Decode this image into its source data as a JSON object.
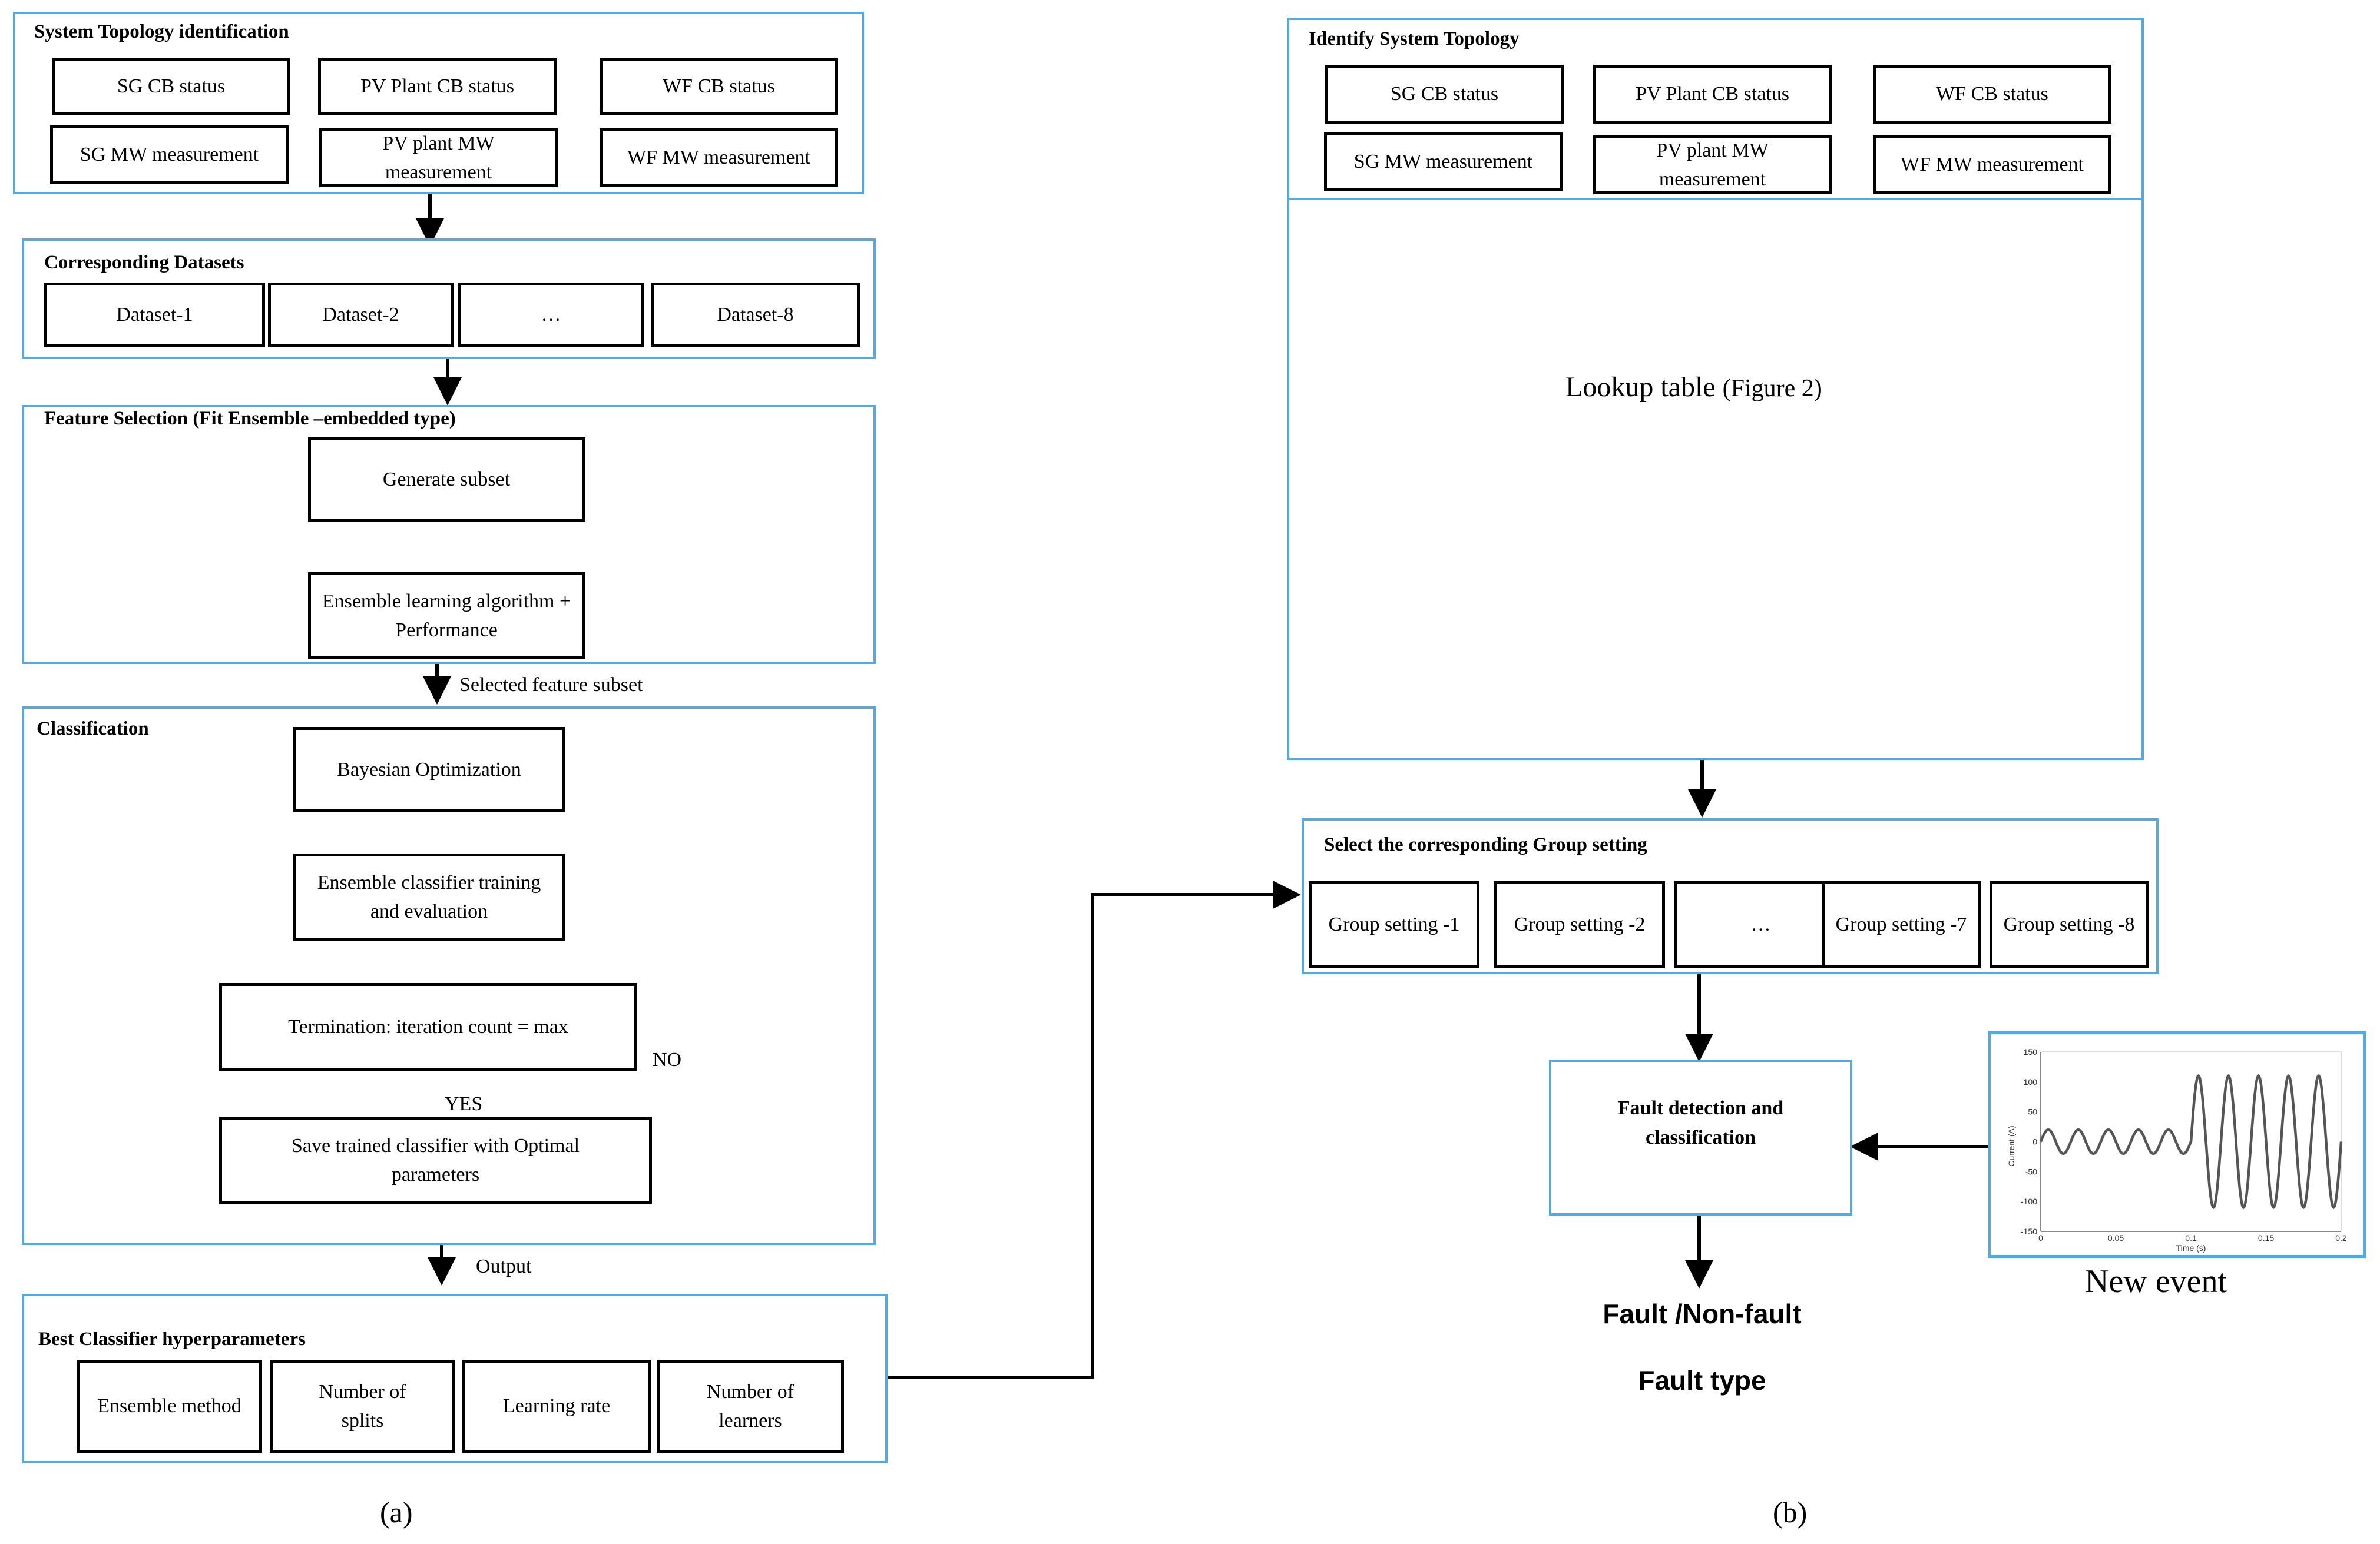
{
  "panel_a": {
    "topology": {
      "title": "System Topology identification",
      "items": [
        "SG CB status",
        "PV Plant CB status",
        "WF CB status",
        "SG MW measurement",
        "PV plant MW measurement",
        "WF MW measurement"
      ]
    },
    "datasets": {
      "title": "Corresponding Datasets",
      "items": [
        "Dataset-1",
        "Dataset-2",
        "…",
        "Dataset-8"
      ]
    },
    "feature_selection": {
      "title": "Feature Selection (Fit Ensemble –embedded type)",
      "generate": "Generate subset",
      "ensemble": "Ensemble learning algorithm  + Performance"
    },
    "selected_label": "Selected feature subset",
    "classification": {
      "title": "Classification",
      "bayes": "Bayesian Optimization",
      "train": "Ensemble classifier training  and evaluation",
      "termination": "Termination:  iteration  count = max",
      "no": "NO",
      "yes": "YES",
      "save": "Save trained classifier  with Optimal parameters"
    },
    "output_label": "Output",
    "best": {
      "title": "Best Classifier hyperparameters",
      "items": [
        "Ensemble method",
        "Number of splits",
        "Learning rate",
        "Number of learners"
      ]
    },
    "caption": "(a)"
  },
  "panel_b": {
    "identify": {
      "title": "Identify System Topology",
      "items": [
        "SG CB status",
        "PV Plant CB status",
        "WF CB status",
        "SG MW measurement",
        "PV plant MW measurement",
        "WF MW measurement"
      ]
    },
    "lookup": "Lookup table",
    "lookup_ref": "(Figure 2)",
    "group": {
      "title": "Select the corresponding Group setting",
      "items": [
        "Group setting -1",
        "Group setting -2",
        "…",
        "Group setting -7",
        "Group setting -8"
      ]
    },
    "fault_box": "Fault detection and classification",
    "fault_out": "Fault /Non-fault",
    "fault_type": "Fault type",
    "new_event": "New event",
    "caption": "(b)",
    "plot": {
      "y_ticks": [
        "150",
        "100",
        "50",
        "0",
        "-50",
        "-100",
        "-150"
      ],
      "x_ticks": [
        "0",
        "0.05",
        "0.1",
        "0.15",
        "0.2"
      ],
      "ylabel": "Current (A)",
      "xlabel": "Time (s)"
    }
  },
  "colors": {
    "group_border": "#5aa8d8",
    "box_border": "#000000",
    "signal_line": "#555555"
  }
}
